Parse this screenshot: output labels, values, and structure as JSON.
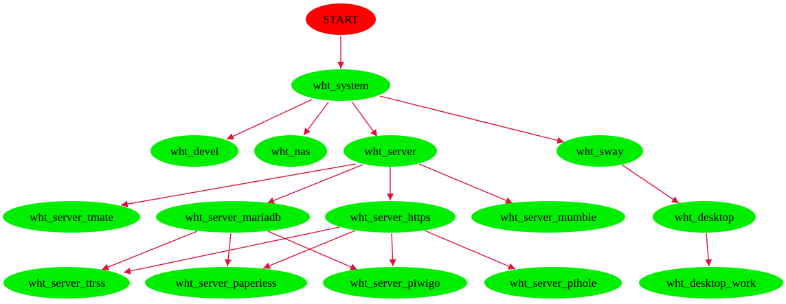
{
  "colors": {
    "start_fill": "#ff0000",
    "node_fill": "#00ee00",
    "edge": "#dc143c",
    "text": "#000000",
    "background": "#ffffff"
  },
  "nodes": {
    "start": "START",
    "wht_system": "wht_system",
    "wht_devel": "wht_devel",
    "wht_nas": "wht_nas",
    "wht_server": "wht_server",
    "wht_sway": "wht_sway",
    "wht_server_tmate": "wht_server_tmate",
    "wht_server_mariadb": "wht_server_mariadb",
    "wht_server_https": "wht_server_https",
    "wht_server_mumble": "wht_server_mumble",
    "wht_desktop": "wht_desktop",
    "wht_server_ttrss": "wht_server_ttrss",
    "wht_server_paperless": "wht_server_paperless",
    "wht_server_piwigo": "wht_server_piwigo",
    "wht_server_pihole": "wht_server_pihole",
    "wht_desktop_work": "wht_desktop_work"
  },
  "edges": [
    [
      "start",
      "wht_system"
    ],
    [
      "wht_system",
      "wht_devel"
    ],
    [
      "wht_system",
      "wht_nas"
    ],
    [
      "wht_system",
      "wht_server"
    ],
    [
      "wht_system",
      "wht_sway"
    ],
    [
      "wht_server",
      "wht_server_tmate"
    ],
    [
      "wht_server",
      "wht_server_mariadb"
    ],
    [
      "wht_server",
      "wht_server_https"
    ],
    [
      "wht_server",
      "wht_server_mumble"
    ],
    [
      "wht_sway",
      "wht_desktop"
    ],
    [
      "wht_server_mariadb",
      "wht_server_ttrss"
    ],
    [
      "wht_server_mariadb",
      "wht_server_paperless"
    ],
    [
      "wht_server_mariadb",
      "wht_server_piwigo"
    ],
    [
      "wht_server_https",
      "wht_server_ttrss"
    ],
    [
      "wht_server_https",
      "wht_server_paperless"
    ],
    [
      "wht_server_https",
      "wht_server_piwigo"
    ],
    [
      "wht_server_https",
      "wht_server_pihole"
    ],
    [
      "wht_desktop",
      "wht_desktop_work"
    ]
  ]
}
